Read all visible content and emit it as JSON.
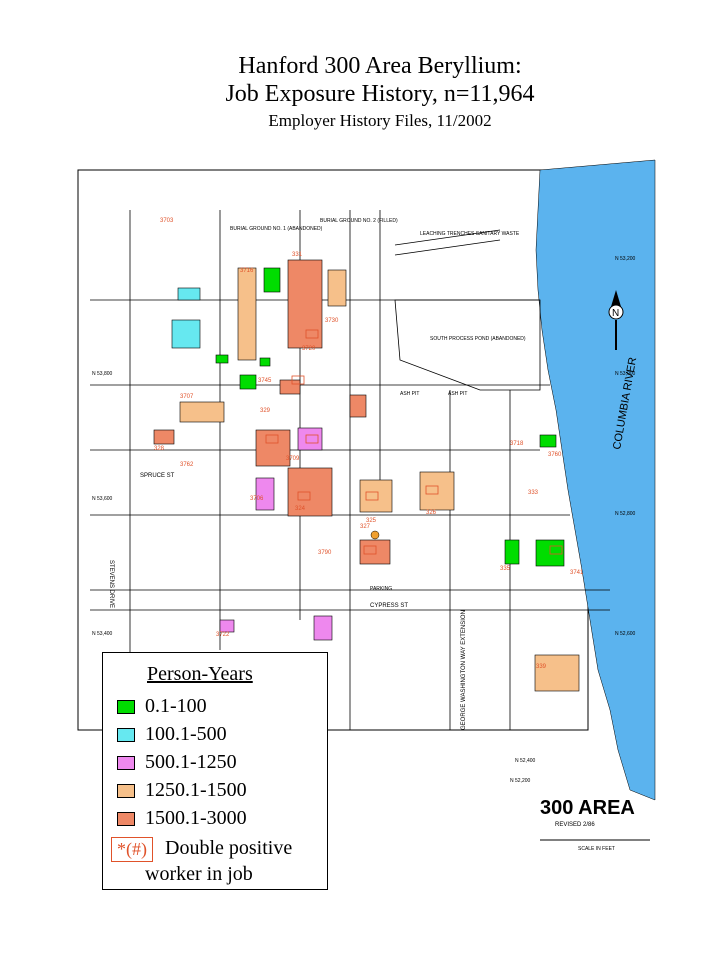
{
  "title": {
    "line1": "Hanford 300 Area Beryllium:",
    "line2": "Job Exposure History, n=11,964",
    "line3": "Employer History Files, 11/2002"
  },
  "legend": {
    "title": "Person-Years",
    "items": [
      {
        "label": "0.1-100",
        "color": "#00dd00"
      },
      {
        "label": "100.1-500",
        "color": "#66e8f0"
      },
      {
        "label": "500.1-1250",
        "color": "#ee88ee"
      },
      {
        "label": "1250.1-1500",
        "color": "#f6c08a"
      },
      {
        "label": "1500.1-3000",
        "color": "#ee8866"
      }
    ],
    "double_positive_marker": "*(#)",
    "double_positive_line1": "Double positive",
    "double_positive_line2": "worker in job"
  },
  "map": {
    "river_name": "COLUMBIA RIVER",
    "river_color": "#5bb3ee",
    "area_label": "300 AREA",
    "revised": "REVISED 2/86",
    "scale_label": "SCALE IN FEET",
    "north_label": "N",
    "street_labels": [
      "CYPRESS ST",
      "SPRUCE ST",
      "STEVENS DRIVE",
      "GEORGE WASHINGTON WAY EXTENSION",
      "ASH PIT",
      "ASH PIT",
      "PARKING"
    ],
    "site_labels": [
      "SOUTH PROCESS POND (ABANDONED)",
      "LEACHING TRENCHES SANITARY WASTE",
      "BURIAL GROUND NO. 1 (ABANDONED)",
      "BURIAL GROUND NO. 2 (FILLED)"
    ],
    "coord_labels": [
      "N 53,800",
      "N 53,600",
      "N 53,400",
      "N 53,200",
      "N 53,000",
      "N 52,800",
      "N 52,600",
      "N 52,400",
      "N 52,200"
    ],
    "building_labels": [
      "3703",
      "3716",
      "331",
      "3720",
      "3730",
      "3760",
      "3745",
      "3790",
      "3707",
      "324",
      "325",
      "326",
      "327",
      "328",
      "329",
      "333",
      "335",
      "3706",
      "339",
      "3718",
      "3722",
      "3709",
      "3741",
      "3762"
    ]
  }
}
